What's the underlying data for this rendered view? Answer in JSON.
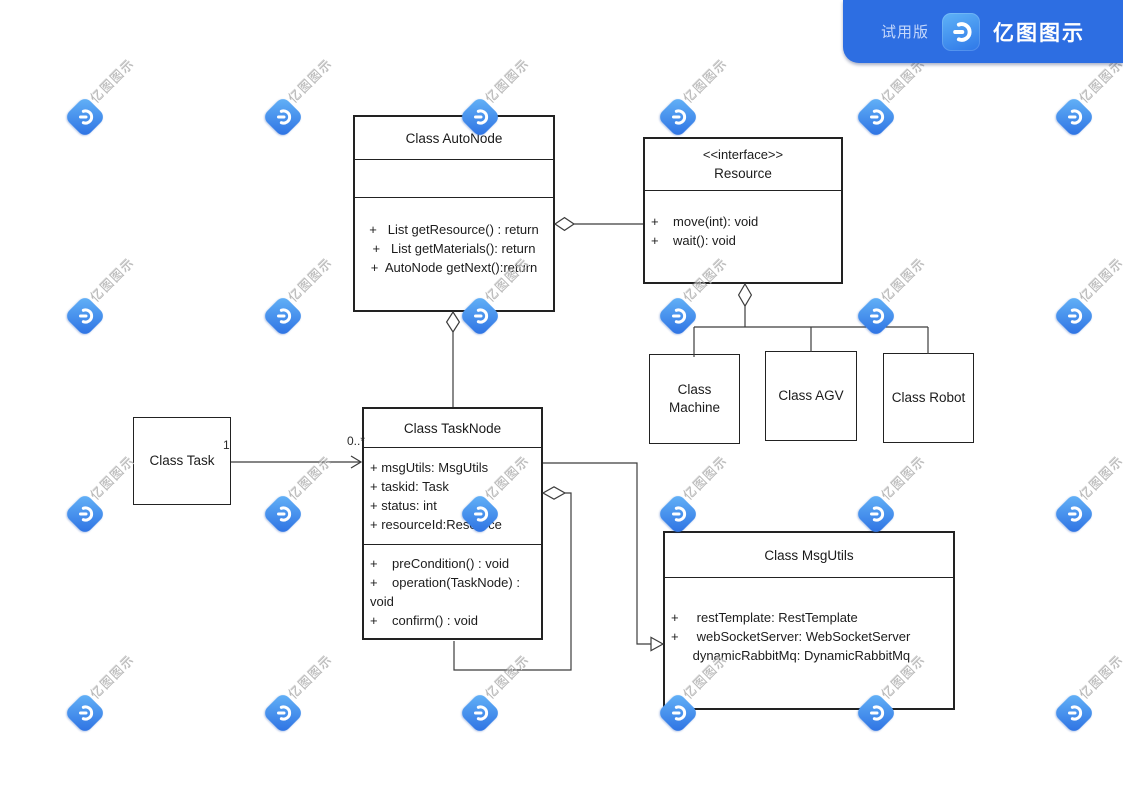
{
  "badge": {
    "trial": "试用版",
    "brand": "亿图图示"
  },
  "watermark": {
    "text": "亿图图示"
  },
  "colors": {
    "badge_blue": "#2d6ee2",
    "logo_blue_light": "#5fb3f7",
    "logo_blue_dark": "#2b6fe2",
    "watermark_gray": "#a6a6a6",
    "line_dark": "#3c3c3c"
  },
  "diagram": {
    "autonode": {
      "title": "Class AutoNode",
      "methods": [
        "+   List getResource() : return",
        "+   List getMaterials(): return",
        "+  AutoNode getNext():return"
      ]
    },
    "resource": {
      "stereotype": "<<interface>>",
      "name": "Resource",
      "methods": [
        "+    move(int): void",
        "+    wait(): void"
      ]
    },
    "machine": {
      "title": "Class Machine"
    },
    "agv": {
      "title": "Class AGV"
    },
    "robot": {
      "title": "Class Robot"
    },
    "task": {
      "title": "Class Task"
    },
    "tasknode": {
      "title": "Class TaskNode",
      "attributes": [
        "+ msgUtils: MsgUtils",
        "+ taskid: Task",
        "+ status: int",
        "+ resourceId:Resource"
      ],
      "methods": [
        "+    preCondition() : void",
        "+    operation(TaskNode) :",
        "void",
        "+    confirm() : void"
      ]
    },
    "msgutils": {
      "title": "Class MsgUtils",
      "attributes": [
        "+     restTemplate: RestTemplate",
        "+     webSocketServer: WebSocketServer",
        "      dynamicRabbitMq: DynamicRabbitMq"
      ]
    },
    "labels": {
      "task_mult": "1",
      "tasknode_mult": "0..*"
    }
  }
}
